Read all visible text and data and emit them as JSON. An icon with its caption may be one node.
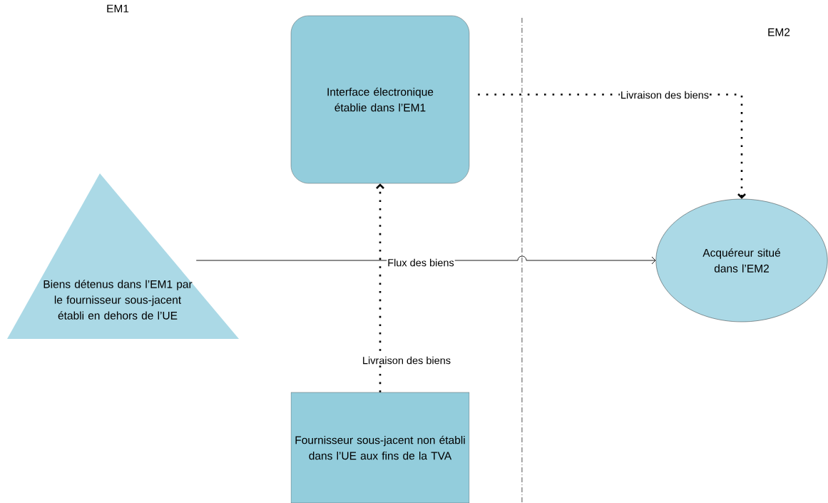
{
  "diagram": {
    "nodes": [
      {
        "text": [
          "Interface électronique établie dans l’EM1"
        ]
      },
      {
        "text": [
          "Biens détenus dans l’EM1 par le fournisseur sous-jacent établi en dehors de l’UE"
        ]
      },
      {
        "text": [
          "Acquéreur situé dans l’EM2"
        ]
      },
      {
        "text": [
          "Fournisseur sous-jacent non établi dans l’UE aux fins de la TVA"
        ]
      }
    ],
    "edges": [
      {
        "from": 1,
        "to": 2,
        "arrow": "to",
        "label": "Flux des biens"
      },
      {
        "from": 3,
        "to": 0,
        "arrow": "to",
        "label": "Livraison des biens",
        "style": "dashed"
      },
      {
        "from": 0,
        "to": 2,
        "arrow": "to",
        "label": "Livraison des biens",
        "style": "dashed"
      }
    ],
    "labels": [
      "EM1",
      "EM2"
    ]
  }
}
